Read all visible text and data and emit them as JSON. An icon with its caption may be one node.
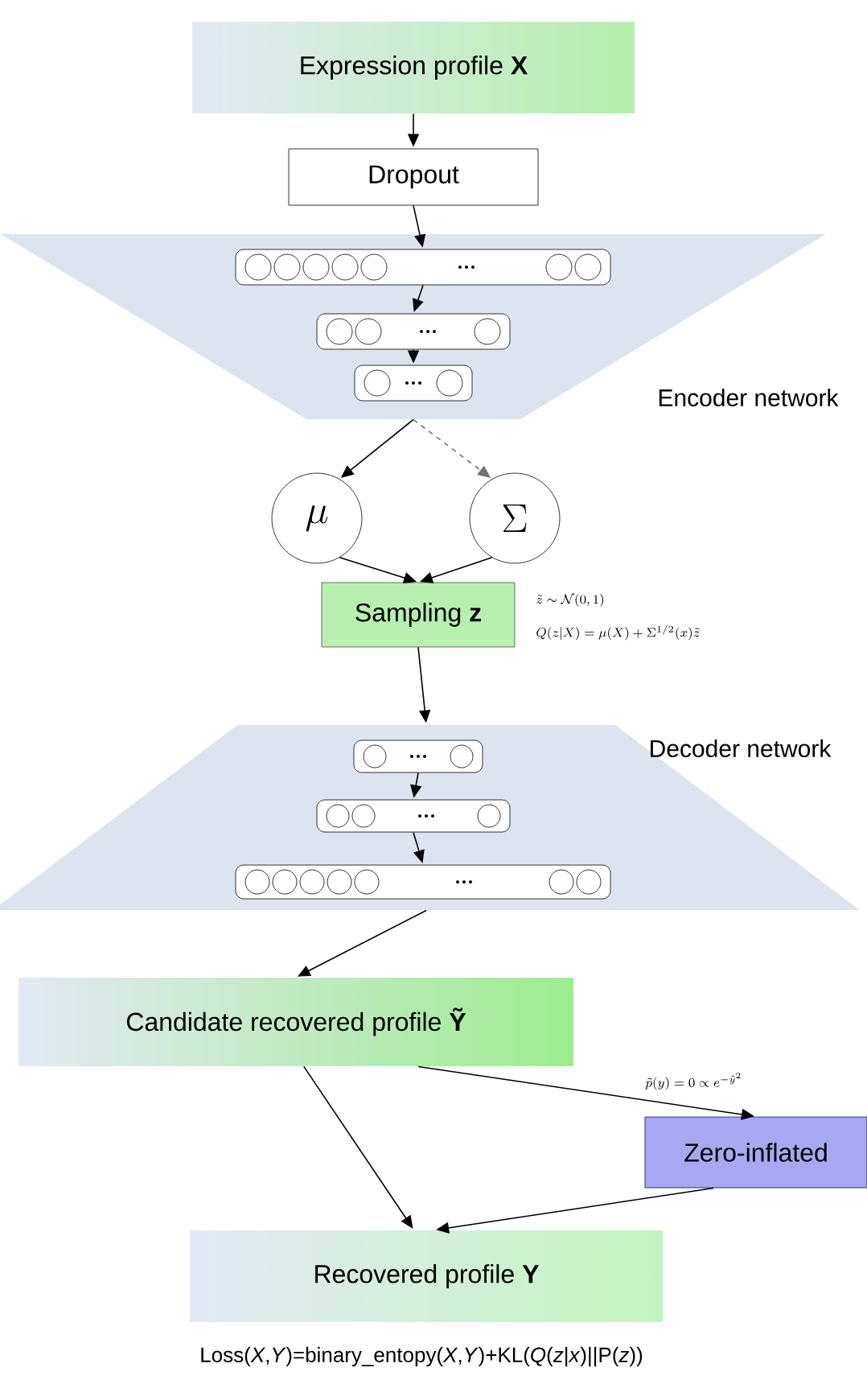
{
  "diagram": {
    "nodes": [
      {
        "text": [
          "Expression profile **X**"
        ]
      },
      {
        "text": [
          "Dropout"
        ]
      },
      {
        "text": [
          "Encoder network"
        ]
      },
      {
        "text": [],
        "shape": "box",
        "in": 2
      },
      {
        "text": [],
        "shape": "box",
        "in": 2
      },
      {
        "text": [],
        "shape": "box",
        "in": 2
      },
      {
        "text": [
          "\\mu"
        ]
      },
      {
        "text": [
          "\\Sigma"
        ]
      },
      {
        "text": [
          "Sampling **z**"
        ],
        "beside": [
          "\\tilde{z} \\sim \\mathcal{N}(0,1)",
          "Q(z|X) = \\mu(X) + \\Sigma^{1/2}(x)\\tilde{z}"
        ]
      },
      {
        "text": [
          "Decoder network"
        ]
      },
      {
        "text": [],
        "shape": "box",
        "in": 9
      },
      {
        "text": [],
        "shape": "box",
        "in": 9
      },
      {
        "text": [],
        "shape": "box",
        "in": 9
      },
      {
        "text": [
          "Candidate recovered profile **Ỹ**"
        ]
      },
      {
        "text": [
          "Zero-inflated"
        ],
        "beside": [
          "\\tilde{p}(y) = 0 \\propto e^{-\\tilde{y}^2}"
        ]
      },
      {
        "text": [
          "Recovered profile **Y**"
        ]
      }
    ],
    "edges": [
      {
        "from": 0,
        "to": 1,
        "arrow": "to"
      },
      {
        "from": 1,
        "to": 3,
        "arrow": "to"
      },
      {
        "from": 3,
        "to": 4,
        "arrow": "to"
      },
      {
        "from": 4,
        "to": 5,
        "arrow": "to"
      },
      {
        "from": 2,
        "to": 6,
        "arrow": "to"
      },
      {
        "from": 2,
        "to": 7,
        "arrow": "to",
        "style": "dashed",
        "color": "#737373"
      },
      {
        "from": 6,
        "to": 8,
        "arrow": "to"
      },
      {
        "from": 7,
        "to": 8,
        "arrow": "to"
      },
      {
        "from": 8,
        "to": 9,
        "arrow": "to"
      },
      {
        "from": 10,
        "to": 11,
        "arrow": "to"
      },
      {
        "from": 11,
        "to": 12,
        "arrow": "to"
      },
      {
        "from": 9,
        "to": 13,
        "arrow": "to"
      },
      {
        "from": 13,
        "to": 14,
        "arrow": "to"
      },
      {
        "from": 13,
        "to": 15,
        "arrow": "to"
      },
      {
        "from": 14,
        "to": 15,
        "arrow": "to"
      }
    ],
    "labels": [
      "Loss(*X*,*Y*)=binary_entopy(*X*,*Y*)+KL(*Q*(*z*|*x*)||P(*z*))"
    ]
  }
}
